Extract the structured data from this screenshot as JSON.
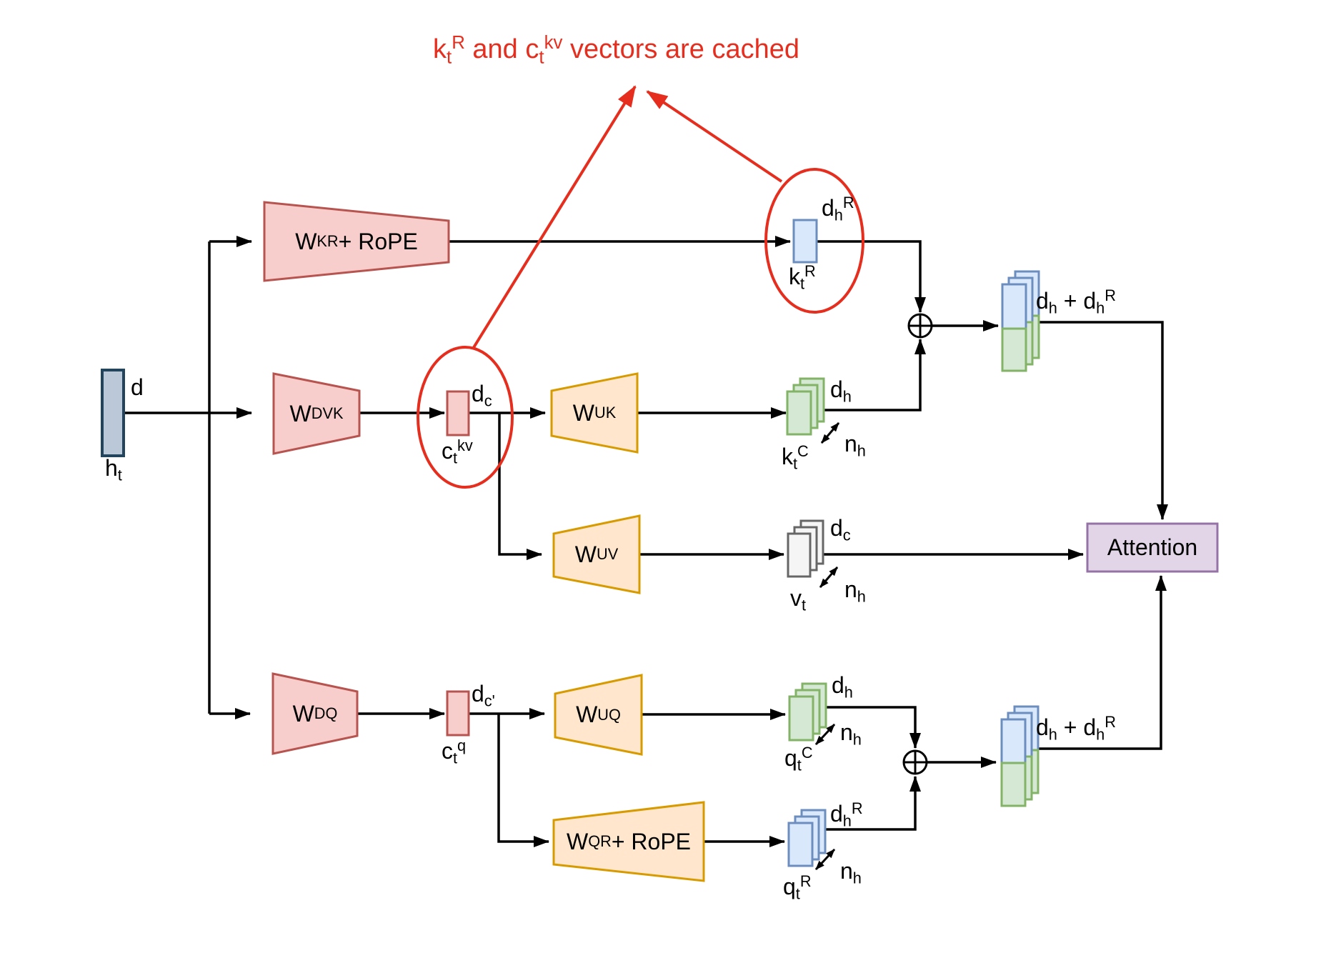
{
  "title_note": {
    "segments": [
      {
        "t": "k"
      },
      {
        "t": "t",
        "s": "sub"
      },
      {
        "t": "R",
        "s": "sup"
      },
      {
        "t": " and "
      },
      {
        "t": "c"
      },
      {
        "t": "t",
        "s": "sub"
      },
      {
        "t": "kv",
        "s": "sup"
      },
      {
        "t": " vectors are cached"
      }
    ],
    "plain_text": "ktR and ctkv vectors are cached"
  },
  "input": {
    "label": [
      {
        "t": "h"
      },
      {
        "t": "t",
        "s": "sub"
      }
    ],
    "dim": [
      {
        "t": "d"
      }
    ]
  },
  "key_branch": {
    "rope_projection": {
      "label": [
        {
          "t": "W"
        },
        {
          "t": "KR",
          "s": "sup"
        },
        {
          "t": " + RoPE"
        }
      ]
    },
    "k_rope_vector": {
      "label": [
        {
          "t": "k"
        },
        {
          "t": "t",
          "s": "sub"
        },
        {
          "t": "R",
          "s": "sup"
        }
      ],
      "dim": [
        {
          "t": "d"
        },
        {
          "t": "h",
          "s": "sub"
        },
        {
          "t": "R",
          "s": "sup"
        }
      ]
    },
    "down_projection": {
      "label": [
        {
          "t": "W"
        },
        {
          "t": "DVK",
          "s": "sup"
        }
      ]
    },
    "latent_vector": {
      "label": [
        {
          "t": "c"
        },
        {
          "t": "t",
          "s": "sub"
        },
        {
          "t": "kv",
          "s": "sup"
        }
      ],
      "dim": [
        {
          "t": "d"
        },
        {
          "t": "c",
          "s": "sub"
        }
      ]
    },
    "up_projection": {
      "label": [
        {
          "t": "W"
        },
        {
          "t": "UK",
          "s": "sup"
        }
      ]
    },
    "k_content_vector": {
      "label": [
        {
          "t": "k"
        },
        {
          "t": "t",
          "s": "sub"
        },
        {
          "t": "C",
          "s": "sup"
        }
      ],
      "dim": [
        {
          "t": "d"
        },
        {
          "t": "h",
          "s": "sub"
        }
      ],
      "heads": [
        {
          "t": "n"
        },
        {
          "t": "h",
          "s": "sub"
        }
      ]
    },
    "concat_vector": {
      "dim": [
        {
          "t": "d"
        },
        {
          "t": "h",
          "s": "sub"
        },
        {
          "t": " + d"
        },
        {
          "t": "h",
          "s": "sub"
        },
        {
          "t": "R",
          "s": "sup"
        }
      ]
    }
  },
  "value_branch": {
    "up_projection": {
      "label": [
        {
          "t": "W"
        },
        {
          "t": "UV",
          "s": "sup"
        }
      ]
    },
    "v_vector": {
      "label": [
        {
          "t": "v"
        },
        {
          "t": "t",
          "s": "sub"
        }
      ],
      "dim": [
        {
          "t": "d"
        },
        {
          "t": "c",
          "s": "sub"
        }
      ],
      "heads": [
        {
          "t": "n"
        },
        {
          "t": "h",
          "s": "sub"
        }
      ]
    }
  },
  "query_branch": {
    "down_projection": {
      "label": [
        {
          "t": "W"
        },
        {
          "t": "DQ",
          "s": "sup"
        }
      ]
    },
    "latent_vector": {
      "label": [
        {
          "t": "c"
        },
        {
          "t": "t",
          "s": "sub"
        },
        {
          "t": "q",
          "s": "sup"
        }
      ],
      "dim": [
        {
          "t": "d"
        },
        {
          "t": "c'",
          "s": "sub"
        }
      ]
    },
    "up_projection": {
      "label": [
        {
          "t": "W"
        },
        {
          "t": "UQ",
          "s": "sup"
        }
      ]
    },
    "q_content_vector": {
      "label": [
        {
          "t": "q"
        },
        {
          "t": "t",
          "s": "sub"
        },
        {
          "t": "C",
          "s": "sup"
        }
      ],
      "dim": [
        {
          "t": "d"
        },
        {
          "t": "h",
          "s": "sub"
        }
      ],
      "heads": [
        {
          "t": "n"
        },
        {
          "t": "h",
          "s": "sub"
        }
      ]
    },
    "rope_projection": {
      "label": [
        {
          "t": "W"
        },
        {
          "t": "QR",
          "s": "sup"
        },
        {
          "t": " + RoPE"
        }
      ]
    },
    "q_rope_vector": {
      "label": [
        {
          "t": "q"
        },
        {
          "t": "t",
          "s": "sub"
        },
        {
          "t": "R",
          "s": "sup"
        }
      ],
      "dim": [
        {
          "t": "d"
        },
        {
          "t": "h",
          "s": "sub"
        },
        {
          "t": "R",
          "s": "sup"
        }
      ],
      "heads": [
        {
          "t": "n"
        },
        {
          "t": "h",
          "s": "sub"
        }
      ]
    },
    "concat_vector": {
      "dim": [
        {
          "t": "d"
        },
        {
          "t": "h",
          "s": "sub"
        },
        {
          "t": " + d"
        },
        {
          "t": "h",
          "s": "sub"
        },
        {
          "t": "R",
          "s": "sup"
        }
      ]
    }
  },
  "attention": {
    "label": "Attention"
  },
  "colors": {
    "red_accent": "#e62e1f",
    "pink_fill": "#f8cecc",
    "pink_stroke": "#b85450",
    "orange_fill": "#ffe6cc",
    "orange_stroke": "#d79b00",
    "green_fill": "#d5e8d4",
    "green_stroke": "#82b366",
    "blue_fill": "#dae8fc",
    "blue_stroke": "#6c8ebf",
    "gray_fill": "#f5f5f5",
    "gray_stroke": "#666666",
    "purple_fill": "#e1d5e7",
    "purple_stroke": "#9673a6",
    "input_fill": "#bac8d8",
    "input_stroke": "#23445d",
    "line": "#000000"
  }
}
